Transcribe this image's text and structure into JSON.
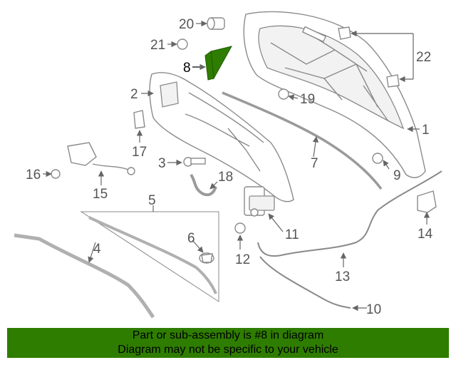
{
  "highlight_color": "#2f7d00",
  "callouts": {
    "c1": "1",
    "c2": "2",
    "c3": "3",
    "c4": "4",
    "c5": "5",
    "c6": "6",
    "c7": "7",
    "c8": "8",
    "c9": "9",
    "c10": "10",
    "c11": "11",
    "c12": "12",
    "c13": "13",
    "c14": "14",
    "c15": "15",
    "c16": "16",
    "c17": "17",
    "c18": "18",
    "c19": "19",
    "c20": "20",
    "c21": "21",
    "c22": "22"
  },
  "footer": {
    "line1": "Part or sub-assembly is #8 in diagram",
    "line2": "Diagram may not be specific to your vehicle"
  }
}
